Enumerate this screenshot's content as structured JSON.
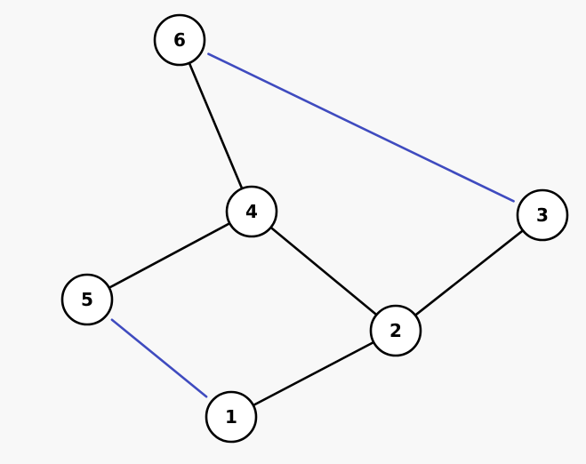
{
  "graph": {
    "nodes": [
      {
        "id": "1",
        "label": "1"
      },
      {
        "id": "2",
        "label": "2"
      },
      {
        "id": "3",
        "label": "3"
      },
      {
        "id": "4",
        "label": "4"
      },
      {
        "id": "5",
        "label": "5"
      },
      {
        "id": "6",
        "label": "6"
      }
    ],
    "edges": [
      {
        "from": "6",
        "to": "4",
        "color": "#000000"
      },
      {
        "from": "6",
        "to": "3",
        "color": "#3f4bbf"
      },
      {
        "from": "4",
        "to": "5",
        "color": "#000000"
      },
      {
        "from": "4",
        "to": "2",
        "color": "#000000"
      },
      {
        "from": "3",
        "to": "2",
        "color": "#000000"
      },
      {
        "from": "2",
        "to": "1",
        "color": "#000000"
      },
      {
        "from": "5",
        "to": "1",
        "color": "#3f4bbf"
      }
    ]
  }
}
